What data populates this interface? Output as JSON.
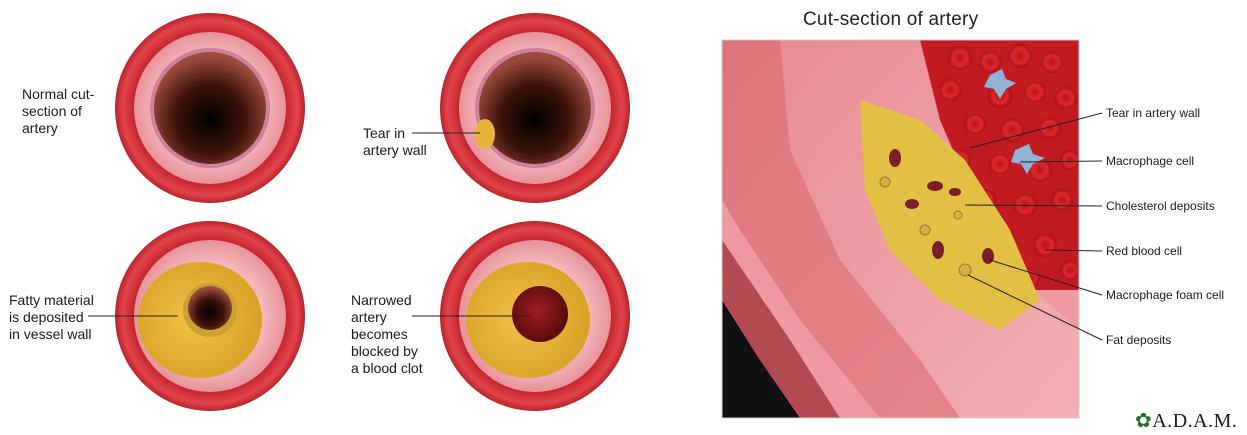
{
  "left_panel": {
    "normal": "Normal cut-\nsection of\nartery",
    "tear": "Tear in\nartery wall",
    "fatty": "Fatty material\nis deposited\nin vessel wall",
    "narrowed": "Narrowed\nartery\nbecomes\nblocked by\na blood clot"
  },
  "right_panel": {
    "title": "Cut-section of artery",
    "labels": [
      "Tear in artery wall",
      "Macrophage cell",
      "Cholesterol deposits",
      "Red blood cell",
      "Macrophage foam cell",
      "Fat deposits"
    ]
  },
  "logo": "A.D.A.M.",
  "colors": {
    "outer_wall": "#d8343a",
    "media": "#eea3a8",
    "intima": "#c9879f",
    "plaque": "#e6b43a",
    "clot": "#7a0f14",
    "blood_cell": "#cc1a1f"
  }
}
